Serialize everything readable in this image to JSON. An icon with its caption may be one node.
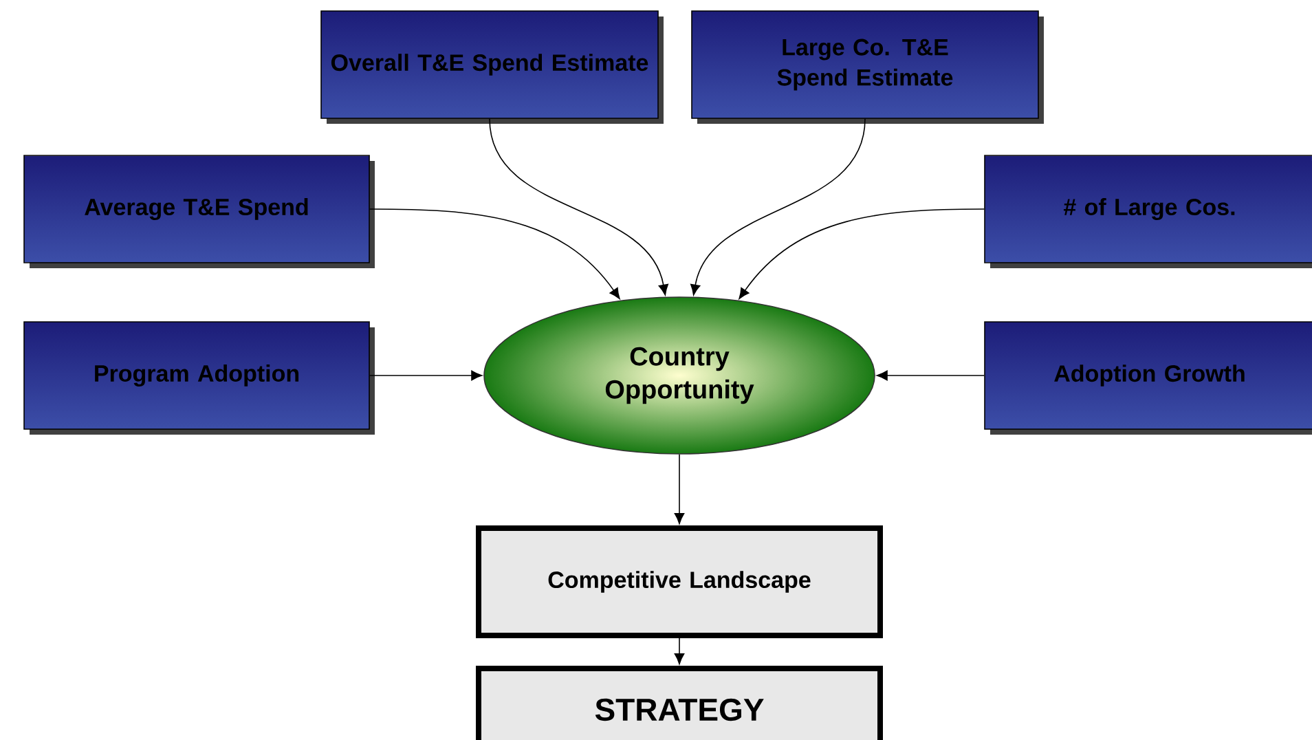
{
  "diagram": {
    "nodes": [
      {
        "text": [
          "Overall T&E Spend Estimate"
        ]
      },
      {
        "text": [
          "Large Co. T&E Spend Estimate"
        ]
      },
      {
        "text": [
          "Average T&E Spend"
        ]
      },
      {
        "text": [
          "# of Large Cos."
        ]
      },
      {
        "text": [
          "Program Adoption"
        ]
      },
      {
        "text": [
          "Country Opportunity"
        ]
      },
      {
        "text": [
          "Adoption Growth"
        ]
      },
      {
        "text": [
          "Competitive Landscape"
        ]
      },
      {
        "text": [
          "STRATEGY"
        ]
      }
    ],
    "edges": [
      {
        "from": 0,
        "to": 5,
        "arrow": "to"
      },
      {
        "from": 1,
        "to": 5,
        "arrow": "to"
      },
      {
        "from": 2,
        "to": 5,
        "arrow": "to"
      },
      {
        "from": 3,
        "to": 5,
        "arrow": "to"
      },
      {
        "from": 4,
        "to": 5,
        "arrow": "to"
      },
      {
        "from": 6,
        "to": 5,
        "arrow": "to"
      },
      {
        "from": 5,
        "to": 7,
        "arrow": "to"
      },
      {
        "from": 7,
        "to": 8,
        "arrow": "to"
      }
    ]
  }
}
